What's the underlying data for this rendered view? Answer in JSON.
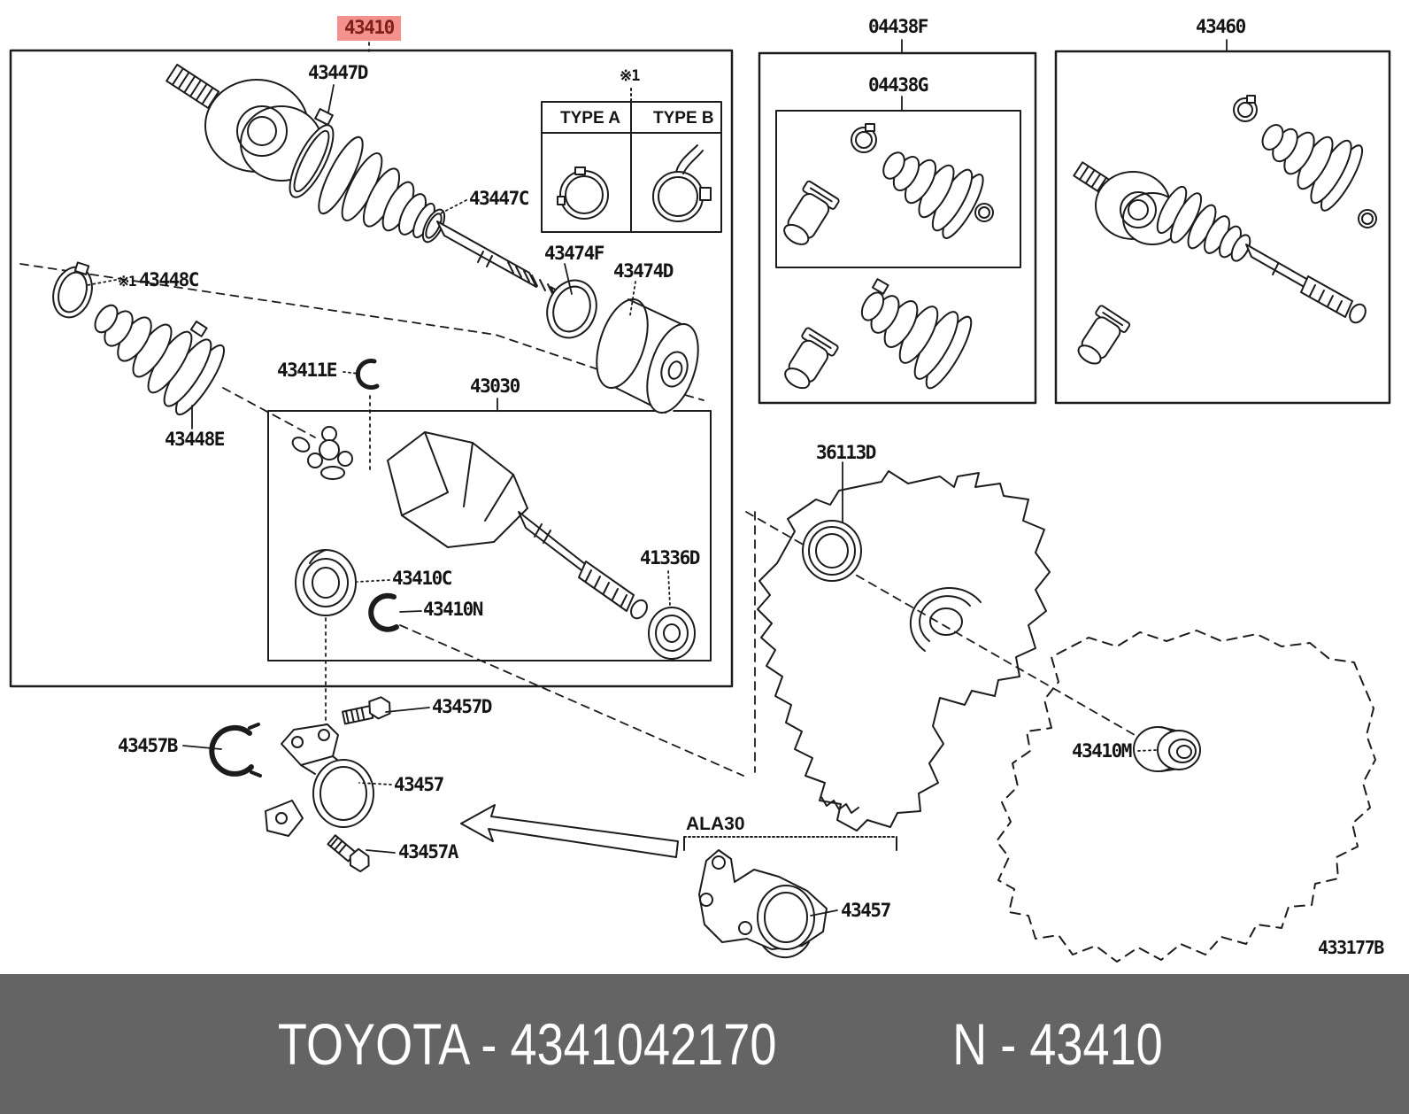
{
  "colors": {
    "highlight_bg": "#f5918c",
    "highlight_fg": "#7c201b",
    "line": "#1c1c1c",
    "banner_bg": "#646464",
    "banner_fg": "#ffffff"
  },
  "callouts": {
    "main_part": "43410",
    "outboard_clamp": "43447D",
    "note_table": "※1",
    "type_a": "TYPE A",
    "type_b": "TYPE B",
    "inboard_clamp": "43447C",
    "damper_clamp": "43474F",
    "damper": "43474D",
    "note_boot": "※1",
    "left_boot_clamp": "43448C",
    "left_boot": "43448E",
    "shaft_snap_ring": "43411E",
    "inner_joint_box": "43030",
    "center_bearing": "43410C",
    "bearing_snap_ring": "43410N",
    "shaft_bearing": "41336D",
    "boot_kit": "04438F",
    "boot_kit_inner": "04438G",
    "shaft_assy": "43460",
    "oil_seal": "36113D",
    "case_bearing": "43410M",
    "bracket_bolt_upper": "43457D",
    "bracket_clip": "43457B",
    "bracket": "43457",
    "bracket_bolt_lower": "43457A",
    "variant_code": "ALA30",
    "bracket_alt": "43457",
    "figure_code": "433177B"
  },
  "banner": {
    "left": "TOYOTA - 4341042170",
    "right": "N - 43410"
  }
}
